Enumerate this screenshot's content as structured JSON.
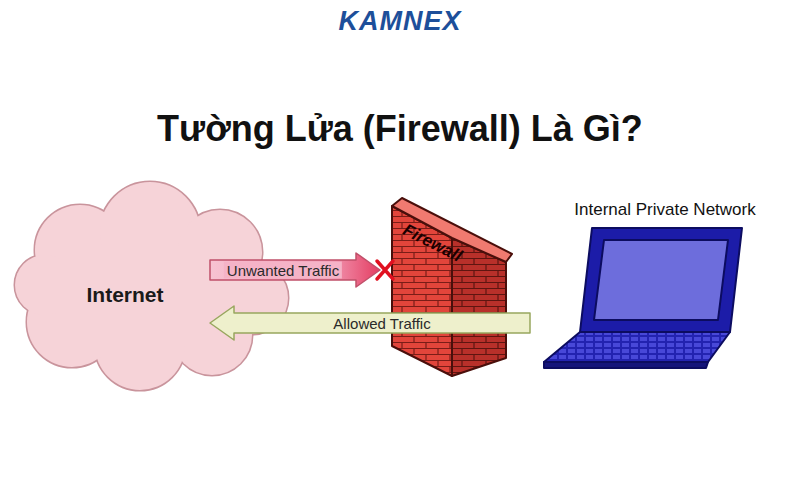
{
  "diagram": {
    "title": "Tường Lửa (Firewall) Là Gì?",
    "nodes": [
      {
        "text": [
          "Internet"
        ]
      },
      {
        "text": [
          "Firewall"
        ]
      },
      {
        "text": [
          "Internal Private Network"
        ]
      }
    ],
    "edges": [
      {
        "from": 0,
        "to": 1,
        "arrow": "to",
        "label": "Unwanted Traffic"
      },
      {
        "from": 2,
        "to": 0,
        "arrow": "to",
        "label": "Allowed Traffic"
      }
    ],
    "labels": [
      "KAMNEX"
    ]
  }
}
